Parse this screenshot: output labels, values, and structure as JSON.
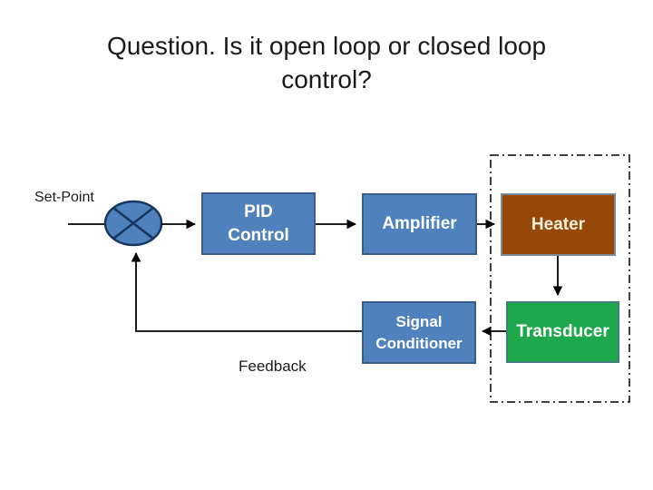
{
  "slide": {
    "title": "Question. Is it open loop or closed loop\ncontrol?"
  },
  "labels": {
    "set_point": "Set-Point",
    "feedback": "Feedback"
  },
  "blocks": {
    "pid": {
      "label": "PID\nControl",
      "fill": "#4f81bd",
      "border": "#385d8a",
      "text_color": "#ffffff"
    },
    "amplifier": {
      "label": "Amplifier",
      "fill": "#4f81bd",
      "border": "#385d8a",
      "text_color": "#ffffff"
    },
    "heater": {
      "label": "Heater",
      "fill": "#964809",
      "border": "#7a8a99",
      "text_color": "#f6efdc"
    },
    "transducer": {
      "label": "Transducer",
      "fill": "#1ea84c",
      "border": "#3e7f77",
      "text_color": "#ffffff"
    },
    "signal_conditioner": {
      "label": "Signal\nConditioner",
      "fill": "#4f81bd",
      "border": "#385d8a",
      "text_color": "#ffffff"
    }
  },
  "summing_junction": {
    "symbol": "X-cross",
    "fill": "#4f81bd",
    "border": "#17375e"
  },
  "plant_boundary": {
    "style": "dash-dot",
    "color": "#000000"
  },
  "connectors": {
    "color": "#000000",
    "paths": [
      "set-point to summing-junction",
      "summing-junction to pid-control",
      "pid-control to amplifier",
      "amplifier to heater",
      "heater to transducer",
      "transducer to signal-conditioner",
      "signal-conditioner feedback to summing-junction"
    ]
  }
}
